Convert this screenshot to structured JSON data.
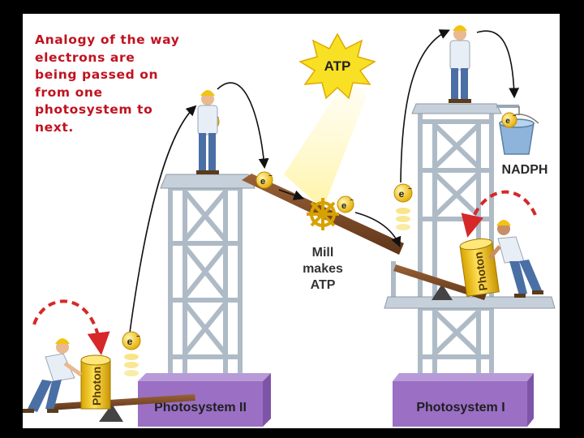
{
  "caption": "Analogy of the way electrons are being passed on from one photosystem to next.",
  "labels": {
    "atp_burst": "ATP",
    "mill_line1": "Mill",
    "mill_line2": "makes",
    "mill_line3": "ATP",
    "nadph": "NADPH",
    "photosystem_ii": "Photosystem II",
    "photosystem_i": "Photosystem I",
    "photon": "Photon",
    "electron": "e",
    "electron_sup": "−"
  },
  "colors": {
    "background": "#000000",
    "panel": "#ffffff",
    "caption": "#c1121f",
    "tower": "#b7c3cf",
    "base_box": "#9a6fc4",
    "electron_ball": "#f2c312",
    "photon_can": "#f2c312",
    "arrow_red": "#d62828",
    "ramp": "#7a4a2a",
    "atp_star": "#f8e024"
  },
  "icons": [
    "worker-figure",
    "electron-ball",
    "photon-cylinder",
    "mill-wheel",
    "bucket-icon",
    "atp-starburst"
  ]
}
